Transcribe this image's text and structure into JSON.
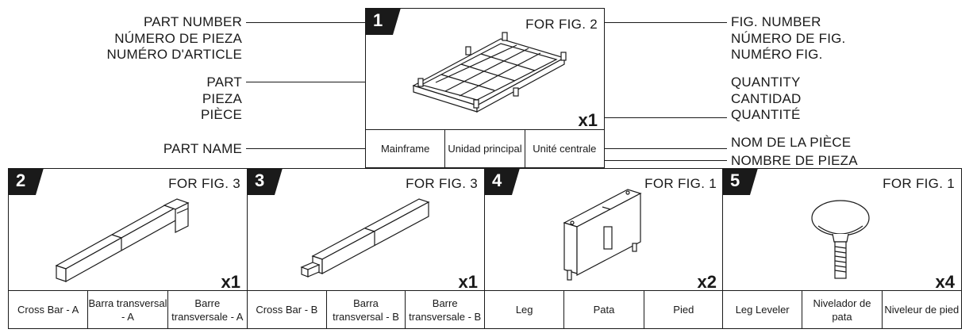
{
  "legend": {
    "part_number": [
      "PART NUMBER",
      "NÚMERO DE PIEZA",
      "NUMÉRO D'ARTICLE"
    ],
    "part": [
      "PART",
      "PIEZA",
      "PIÈCE"
    ],
    "part_name": "PART NAME",
    "fig_number": [
      "FIG. NUMBER",
      "NÚMERO DE FIG.",
      "NUMÉRO FIG."
    ],
    "quantity": [
      "QUANTITY",
      "CANTIDAD",
      "QUANTITÉ"
    ],
    "nom_piece": "NOM DE LA PIÈCE",
    "nombre_pieza": "NOMBRE DE PIEZA"
  },
  "parts": [
    {
      "number": "1",
      "fig": "FOR FIG. 2",
      "qty": "x1",
      "names": [
        "Mainframe",
        "Unidad principal",
        "Unité centrale"
      ],
      "icon": "mainframe-icon"
    },
    {
      "number": "2",
      "fig": "FOR FIG. 3",
      "qty": "x1",
      "names": [
        "Cross Bar - A",
        "Barra transversal - A",
        "Barre transversale - A"
      ],
      "icon": "cross-bar-a-icon"
    },
    {
      "number": "3",
      "fig": "FOR FIG. 3",
      "qty": "x1",
      "names": [
        "Cross Bar - B",
        "Barra transversal - B",
        "Barre transversale - B"
      ],
      "icon": "cross-bar-b-icon"
    },
    {
      "number": "4",
      "fig": "FOR FIG. 1",
      "qty": "x2",
      "names": [
        "Leg",
        "Pata",
        "Pied"
      ],
      "icon": "leg-icon"
    },
    {
      "number": "5",
      "fig": "FOR FIG. 1",
      "qty": "x4",
      "names": [
        "Leg Leveler",
        "Nivelador de pata",
        "Niveleur de pied"
      ],
      "icon": "leg-leveler-icon"
    }
  ]
}
